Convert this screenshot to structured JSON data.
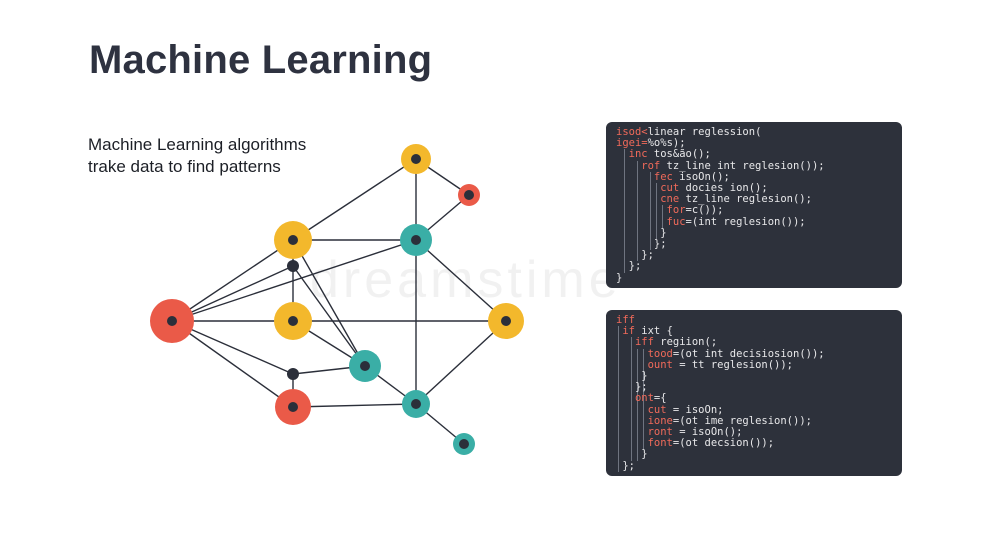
{
  "title": "Machine Learning",
  "subtitle": [
    "Machine Learning algorithms",
    "trake data to find patterns"
  ],
  "watermark": "dreamstime",
  "colors": {
    "yellow": "#f3b82c",
    "red": "#ea5a48",
    "teal": "#3aaea6",
    "node_center": "#2b2f3a",
    "edge": "#2b2f3a",
    "panel_bg": "#2d313b",
    "code_keyword": "#f06a5a",
    "code_text": "#e8e8ea"
  },
  "network": {
    "nodes": [
      {
        "id": "n1",
        "color": "yellow"
      },
      {
        "id": "n2",
        "color": "red"
      },
      {
        "id": "n3",
        "color": "yellow"
      },
      {
        "id": "n4",
        "color": "teal"
      },
      {
        "id": "n5",
        "color": "red"
      },
      {
        "id": "n6",
        "color": "yellow"
      },
      {
        "id": "n7",
        "color": "yellow"
      },
      {
        "id": "n8",
        "color": "teal"
      },
      {
        "id": "n9",
        "color": "red"
      },
      {
        "id": "n10",
        "color": "teal"
      },
      {
        "id": "n11",
        "color": "teal"
      },
      {
        "id": "d1",
        "color": "node_center"
      },
      {
        "id": "d2",
        "color": "node_center"
      }
    ],
    "edges": [
      [
        "n1",
        "n3"
      ],
      [
        "n1",
        "n4"
      ],
      [
        "n1",
        "n2"
      ],
      [
        "n3",
        "n4"
      ],
      [
        "n3",
        "d1"
      ],
      [
        "n3",
        "n5"
      ],
      [
        "n3",
        "n8"
      ],
      [
        "n4",
        "n2"
      ],
      [
        "n4",
        "n7"
      ],
      [
        "n4",
        "n10"
      ],
      [
        "n4",
        "n5"
      ],
      [
        "n5",
        "d1"
      ],
      [
        "n5",
        "n6"
      ],
      [
        "n5",
        "d2"
      ],
      [
        "n5",
        "n9"
      ],
      [
        "d1",
        "n6"
      ],
      [
        "d1",
        "n8"
      ],
      [
        "n6",
        "n7"
      ],
      [
        "n6",
        "n8"
      ],
      [
        "n8",
        "d2"
      ],
      [
        "n8",
        "n10"
      ],
      [
        "n7",
        "n10"
      ],
      [
        "d2",
        "n9"
      ],
      [
        "n9",
        "n10"
      ],
      [
        "n10",
        "n11"
      ]
    ]
  },
  "code_panels": [
    {
      "id": "panel-1",
      "lines": [
        {
          "indent": 0,
          "kw": "isod<",
          "rest": "linear reglession("
        },
        {
          "indent": 0,
          "kw": "igei=",
          "rest": "%o%s);"
        },
        {
          "indent": 2,
          "kw": "inc",
          "rest": " tos&ão();"
        },
        {
          "indent": 4,
          "kw": "rof",
          "rest": " tz_line int reglesion());"
        },
        {
          "indent": 6,
          "kw": "fec",
          "rest": " isoOn();"
        },
        {
          "indent": 7,
          "kw": "cut",
          "rest": " docies ion();"
        },
        {
          "indent": 7,
          "kw": "cne",
          "rest": " tz_line reglesion();"
        },
        {
          "indent": 8,
          "kw": "for",
          "rest": "=c());"
        },
        {
          "indent": 8,
          "kw": "fuc",
          "rest": "=(int reglesion());"
        },
        {
          "indent": 7,
          "kw": "",
          "rest": "}"
        },
        {
          "indent": 6,
          "kw": "",
          "rest": "};"
        },
        {
          "indent": 4,
          "kw": "",
          "rest": "};"
        },
        {
          "indent": 2,
          "kw": "",
          "rest": "};"
        },
        {
          "indent": 0,
          "kw": "",
          "rest": "}"
        }
      ]
    },
    {
      "id": "panel-2",
      "lines": [
        {
          "indent": 0,
          "kw": "iff",
          "rest": ""
        },
        {
          "indent": 1,
          "kw": "if",
          "rest": " ixt {"
        },
        {
          "indent": 3,
          "kw": "iff",
          "rest": " regiion(;"
        },
        {
          "indent": 5,
          "kw": "tood",
          "rest": "=(ot int decisiosion());"
        },
        {
          "indent": 5,
          "kw": "ount",
          "rest": " = tt reglesion());"
        },
        {
          "indent": 4,
          "kw": "",
          "rest": "}"
        },
        {
          "indent": 3,
          "kw": "",
          "rest": "};"
        },
        {
          "indent": 3,
          "kw": "ont",
          "rest": "={"
        },
        {
          "indent": 5,
          "kw": "cut",
          "rest": " = isoOn;"
        },
        {
          "indent": 5,
          "kw": "ione",
          "rest": "=(ot ime reglesion());"
        },
        {
          "indent": 5,
          "kw": "ront",
          "rest": " = isoOn();"
        },
        {
          "indent": 5,
          "kw": "font",
          "rest": "=(ot decsion());"
        },
        {
          "indent": 4,
          "kw": "",
          "rest": "}"
        },
        {
          "indent": 1,
          "kw": "",
          "rest": "};"
        }
      ]
    }
  ]
}
